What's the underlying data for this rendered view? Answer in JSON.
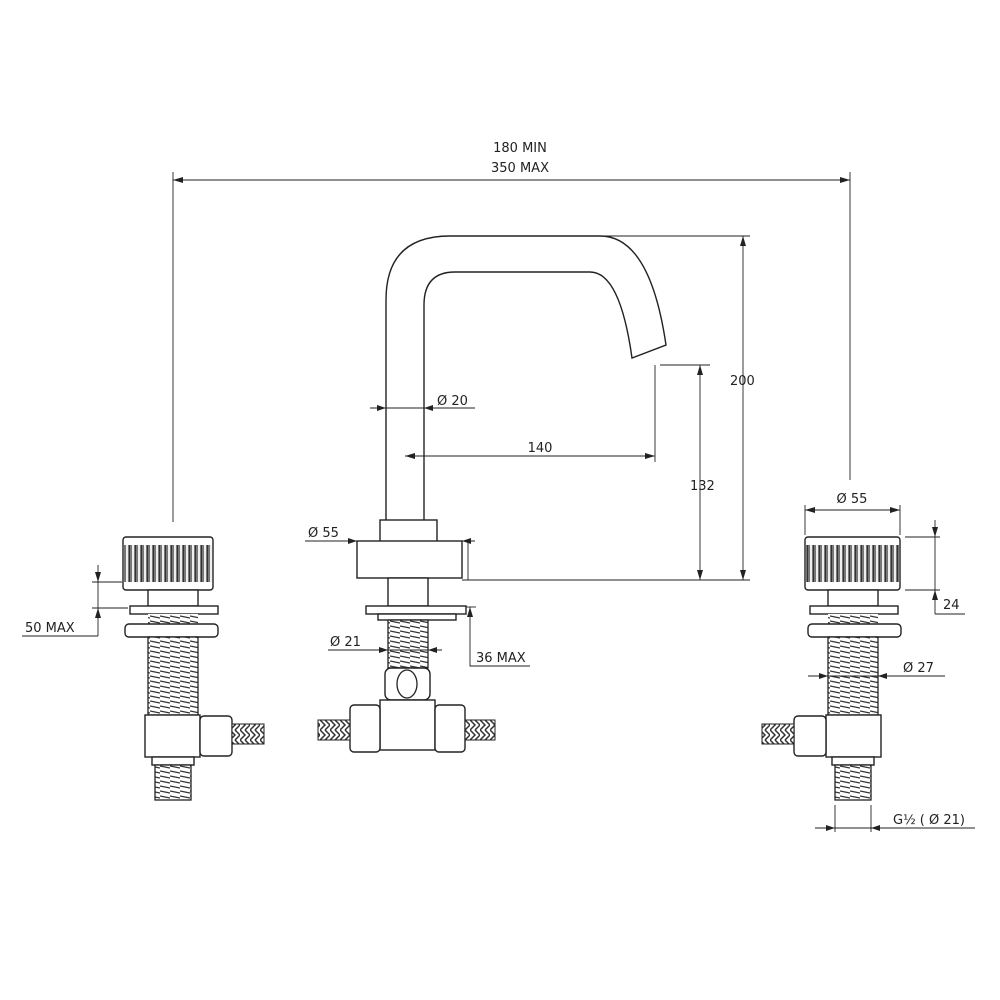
{
  "dimensions": {
    "spacing_min": "180 MIN",
    "spacing_max": "350 MAX",
    "spout_diameter": "Ø 20",
    "spout_reach": "140",
    "spout_outlet_height": "132",
    "spout_height": "200",
    "spout_base_diameter": "Ø 55",
    "spout_thread_diameter": "Ø 21",
    "spout_deck_max": "36 MAX",
    "handle_deck_max": "50 MAX",
    "handle_diameter": "Ø 55",
    "handle_height": "24",
    "handle_thread_diameter": "Ø 27",
    "handle_outlet_thread": "G½ ( Ø 21)"
  },
  "colors": {
    "line": "#222222",
    "background": "#ffffff"
  }
}
